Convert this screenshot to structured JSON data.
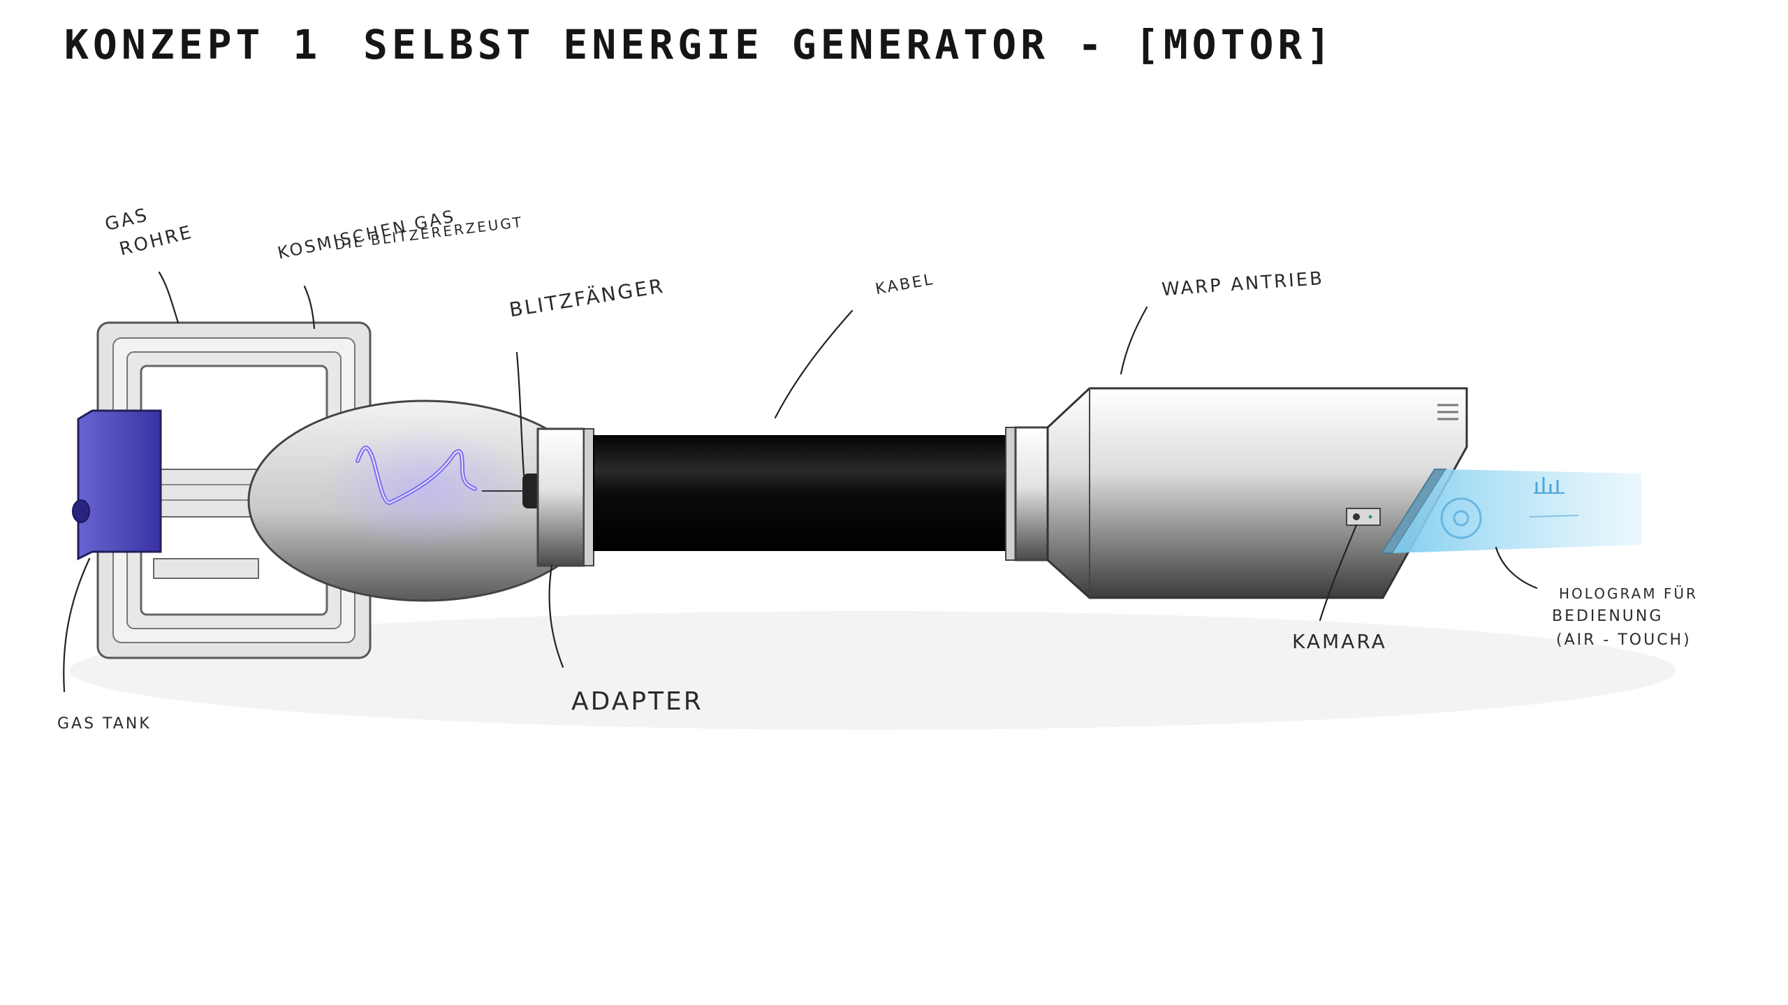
{
  "title": {
    "concept": "KONZEPT 1",
    "name": "SELBST ENERGIE GENERATOR - [MOTOR]"
  },
  "labels": {
    "gas_rohre_1": "GAS",
    "gas_rohre_2": "ROHRE",
    "kosmischen_1": "KOSMISCHEN GAS",
    "kosmischen_2": "DIE BLITZERERZEUGT",
    "blitzfaenger": "BLITZFÄNGER",
    "kabel": "KABEL",
    "warp": "WARP ANTRIEB",
    "gas_tank": "GAS TANK",
    "adapter": "ADAPTER",
    "kamara": "KAMARA",
    "hologram_1": "HOLOGRAM FÜR",
    "hologram_2": "BEDIENUNG",
    "hologram_3": "(AIR - TOUCH)"
  },
  "colors": {
    "ink": "#1a1a1a",
    "tank": "#4a44b8",
    "lightning": "#8a7cf0",
    "cable": "#0c0c0c",
    "hologram": "#9fdcf5"
  }
}
